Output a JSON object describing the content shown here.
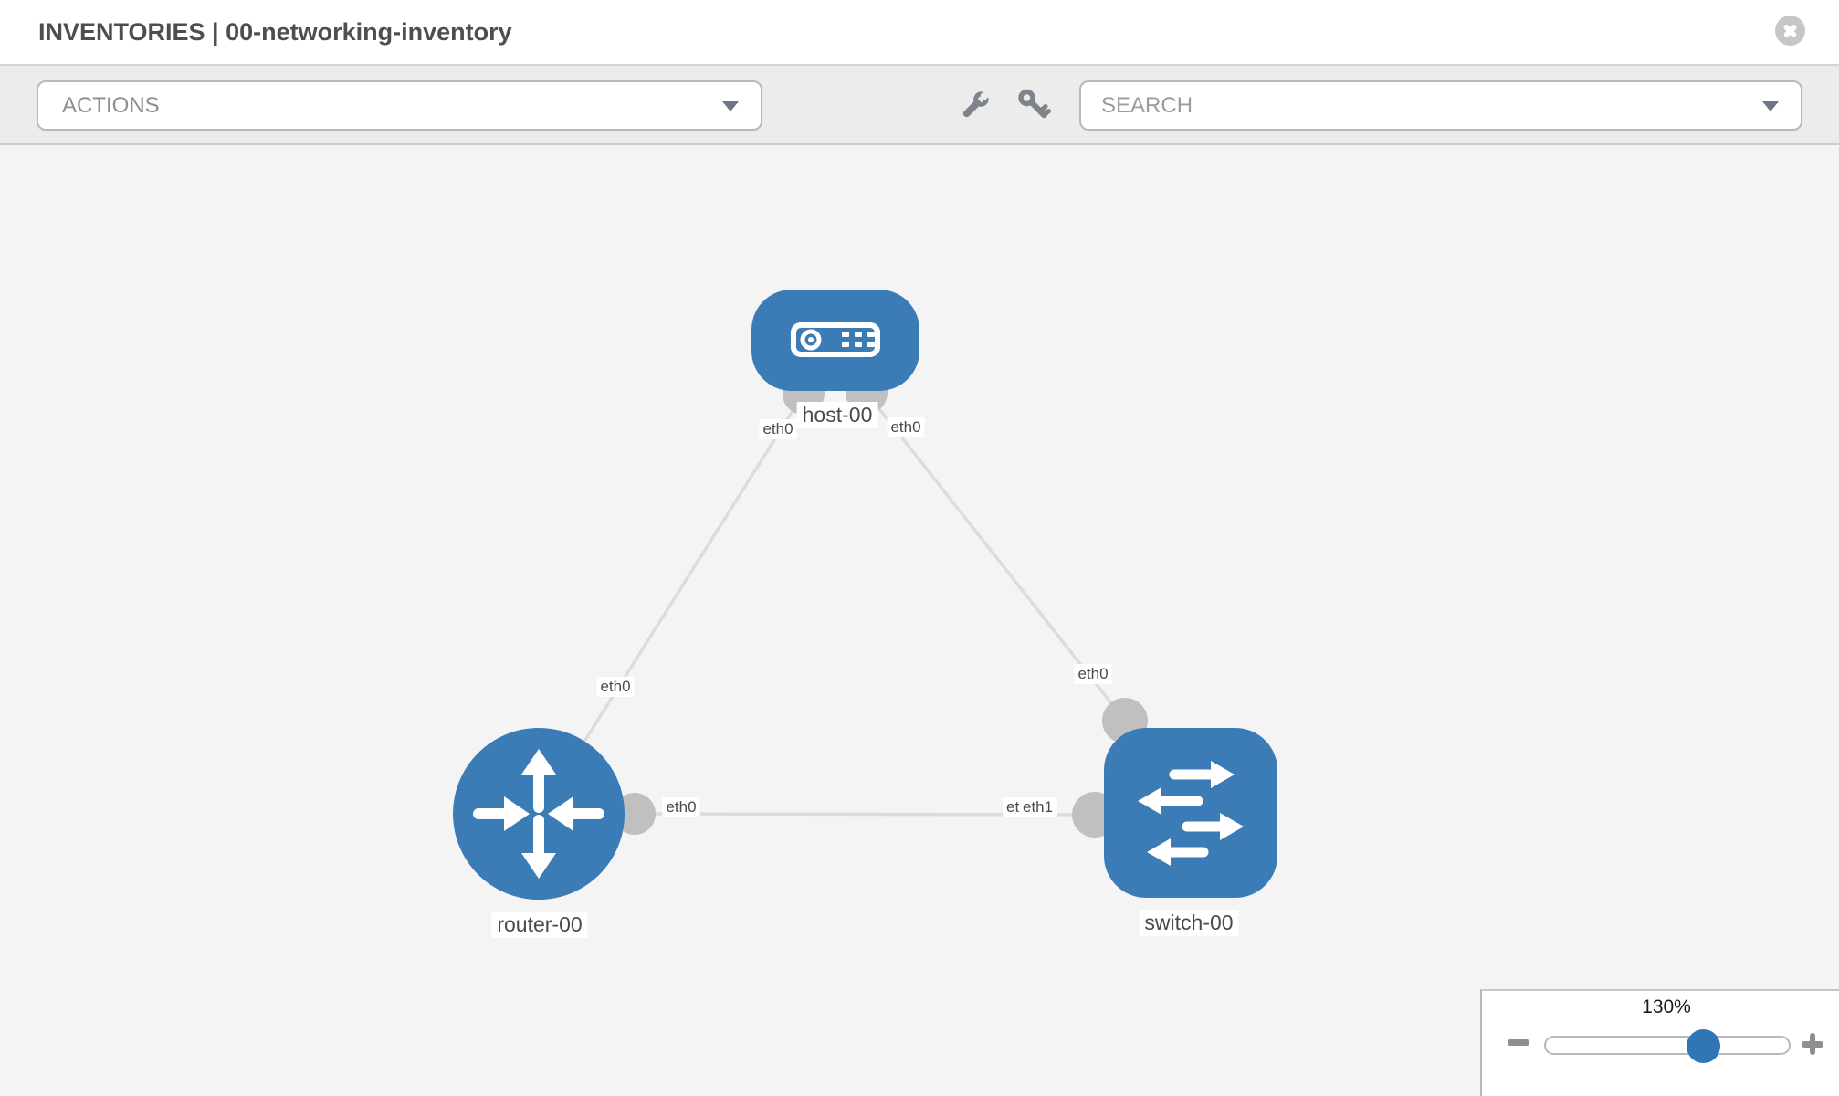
{
  "header": {
    "title": "INVENTORIES | 00-networking-inventory"
  },
  "toolbar": {
    "actions_label": "ACTIONS",
    "search_placeholder": "SEARCH",
    "icons": [
      {
        "name": "wrench-icon"
      },
      {
        "name": "key-icon"
      }
    ]
  },
  "topology": {
    "nodes": [
      {
        "name": "host-00",
        "type": "host"
      },
      {
        "name": "router-00",
        "type": "router"
      },
      {
        "name": "switch-00",
        "type": "switch"
      }
    ],
    "links": [
      {
        "source": "host-00",
        "source_interface": "eth0",
        "target": "router-00",
        "target_interface": "eth0"
      },
      {
        "source": "host-00",
        "source_interface": "eth0",
        "target": "switch-00",
        "target_interface": "eth0"
      },
      {
        "source": "router-00",
        "source_interface": "eth0",
        "target": "switch-00",
        "target_interface": "eth1",
        "overlapped_label": "eth0"
      }
    ]
  },
  "zoom_control": {
    "level": "130%"
  },
  "colors": {
    "node_blue": "#3b7cb7",
    "port_gray": "#c0c0c0",
    "link_gray": "#dcdcdc",
    "knob_blue": "#2f76b5",
    "canvas_bg": "#f4f4f4",
    "toolbar_bg": "#ececec"
  }
}
